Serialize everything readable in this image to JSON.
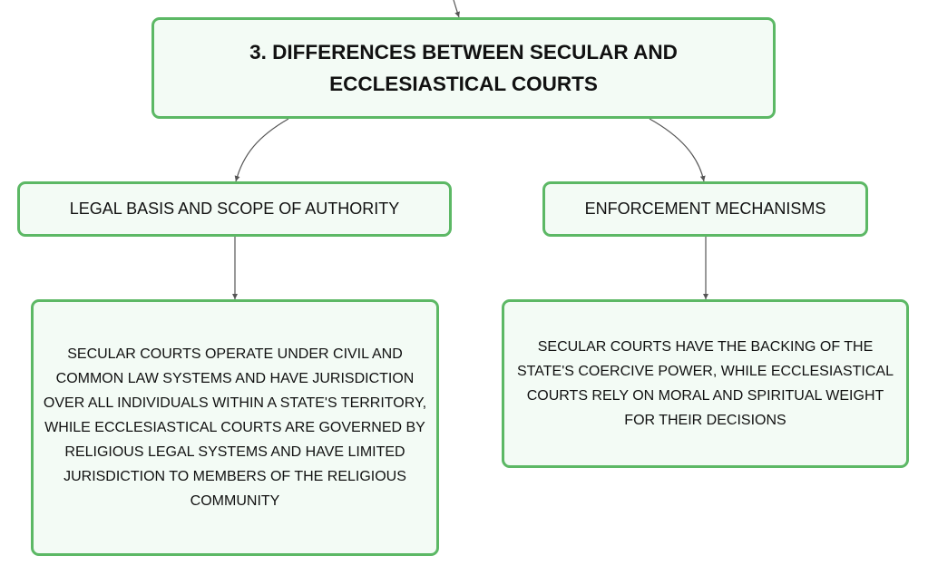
{
  "diagram": {
    "root": {
      "title": "3. DIFFERENCES BETWEEN SECULAR AND ECCLESIASTICAL COURTS"
    },
    "branches": [
      {
        "topic": "LEGAL BASIS AND SCOPE OF AUTHORITY",
        "detail": "SECULAR COURTS OPERATE UNDER CIVIL AND COMMON LAW SYSTEMS AND HAVE JURISDICTION OVER ALL INDIVIDUALS WITHIN A STATE'S TERRITORY, WHILE ECCLESIASTICAL COURTS ARE GOVERNED BY RELIGIOUS LEGAL SYSTEMS AND HAVE LIMITED JURISDICTION TO MEMBERS OF THE RELIGIOUS COMMUNITY"
      },
      {
        "topic": "ENFORCEMENT MECHANISMS",
        "detail": "SECULAR COURTS HAVE THE BACKING OF THE STATE'S COERCIVE POWER, WHILE ECCLESIASTICAL COURTS RELY ON MORAL AND SPIRITUAL WEIGHT FOR THEIR DECISIONS"
      }
    ],
    "colors": {
      "node_border": "#5cb865",
      "node_fill": "#f3fbf5",
      "connector": "#555555",
      "text": "#111111"
    }
  }
}
